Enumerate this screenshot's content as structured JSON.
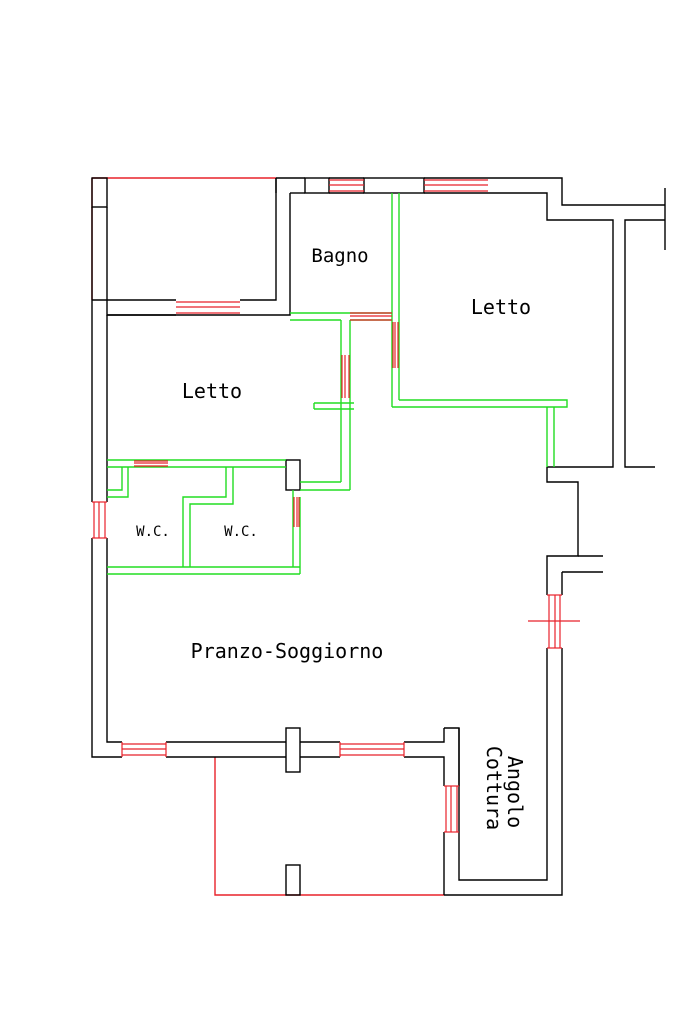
{
  "floor_plan": {
    "colors": {
      "wall": "#000000",
      "window": "#e8222a",
      "partition": "#22dd22",
      "balcony": "#e8222a",
      "background": "#ffffff"
    },
    "rooms": {
      "bagno": "Bagno",
      "letto_right": "Letto",
      "letto_left": "Letto",
      "wc_left": "W.C.",
      "wc_right": "W.C.",
      "pranzo_soggiorno": "Pranzo-Soggiorno",
      "angolo_cottura_line1": "Angolo",
      "angolo_cottura_line2": "Cottura"
    }
  }
}
